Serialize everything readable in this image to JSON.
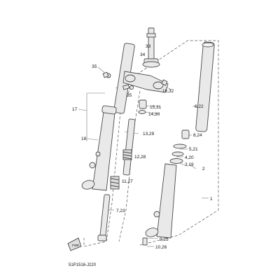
{
  "diagram": {
    "colors": {
      "part_fill": "#e9e9e9",
      "part_stroke": "#4a4a4a",
      "leader": "#777777",
      "label": "#111111"
    },
    "callouts": {
      "p33": "33",
      "p34": "34",
      "p35a": "35",
      "p35b": "35",
      "p16_32": "16,32",
      "p15_31": "15,31",
      "p14_30": "14,30",
      "p6_22": "6,22",
      "p17": "17",
      "p13_29": "13,29",
      "p8_24": "8,24",
      "p18": "18",
      "p12_28": "12,28",
      "p5_21": "5,21",
      "p4_20": "4,20",
      "p3_19": "3,19",
      "p2": "2",
      "p11_27": "11,27",
      "p1": "1",
      "p7_23": "7,23",
      "p9_25": "9,25",
      "p10_26": "10,26"
    },
    "catalog_code": "51P1516-J220",
    "front_badge": "FWD",
    "icons": [
      "front-arrow-icon"
    ]
  }
}
